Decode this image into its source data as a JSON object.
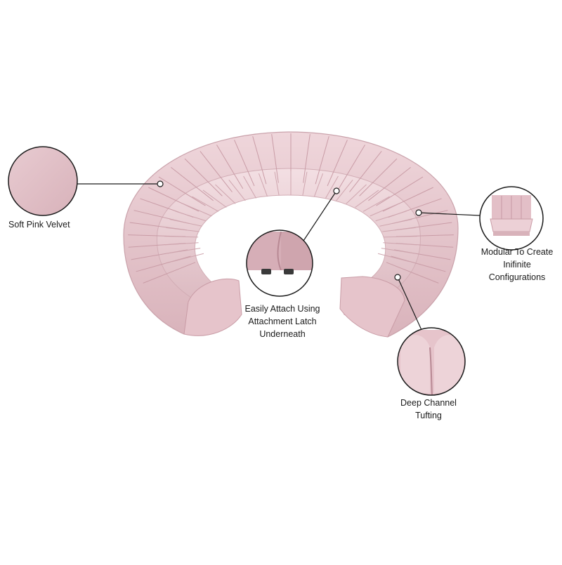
{
  "product": {
    "name": "curved-modular-sofa",
    "color": "#e9cdd3",
    "accent_color": "#d4a9b2"
  },
  "callouts": [
    {
      "id": "velvet",
      "label": "Soft Pink Velvet"
    },
    {
      "id": "latch",
      "label": "Easily Attach Using\nAttachment Latch\nUnderneath"
    },
    {
      "id": "modular",
      "label": "Modular To Create\nInifinite\nConfigurations"
    },
    {
      "id": "tufting",
      "label": "Deep Channel\nTufting"
    }
  ]
}
